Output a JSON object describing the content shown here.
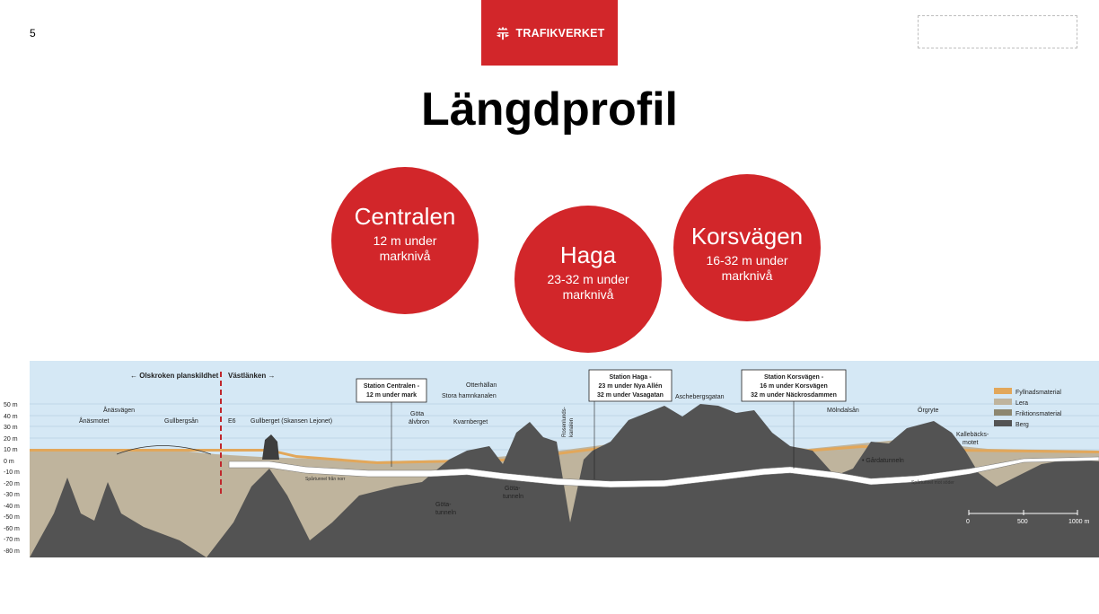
{
  "slide_number": "5",
  "logo": {
    "text": "TRAFIKVERKET",
    "icon": "crown-arrows-icon"
  },
  "title": "Längdprofil",
  "stations": [
    {
      "name": "Centralen",
      "depth": "12 m under marknivå"
    },
    {
      "name": "Haga",
      "depth": "23-32 m under marknivå"
    },
    {
      "name": "Korsvägen",
      "depth": "16-32 m under marknivå"
    }
  ],
  "profile": {
    "header_left": "← Olskroken planskildhet",
    "header_right": "Västlänken →",
    "depth_axis": [
      "50 m",
      "40 m",
      "30 m",
      "20 m",
      "10 m",
      "0 m",
      "-10 m",
      "-20 m",
      "-30 m",
      "-40 m",
      "-50 m",
      "-60 m",
      "-70 m",
      "-80 m"
    ],
    "callouts": {
      "centralen": [
        "Station Centralen -",
        "12 m under mark"
      ],
      "haga": [
        "Station Haga -",
        "23 m under Nya Allén",
        "32 m under Vasagatan"
      ],
      "korsvagen": [
        "Station Korsvägen -",
        "16 m under Korsvägen",
        "32 m under Näckrosdammen"
      ]
    },
    "places": {
      "anasvagen": "Ånäsvägen",
      "anasmotet": "Ånäsmotet",
      "gullbergsan": "Gullbergsån",
      "e6": "E6",
      "gullberget": "Gullberget (Skansen Lejonet)",
      "gota_alvbron_1": "Göta",
      "gota_alvbron_2": "älvbron",
      "stora_hamnkanalen": "Stora hamnkanalen",
      "otterhallan": "Otterhällan",
      "kvarnberget": "Kvarnberget",
      "rosenlunds_1": "Rosenlunds-",
      "rosenlunds_2": "kanalen",
      "aschebergsgatan": "Aschebergsgatan",
      "molndalsan": "Mölndalsån",
      "orgryte": "Örgryte",
      "kallebacks_1": "Kallebäcks-",
      "kallebacks_2": "motet",
      "gardatunneln": "• Gårdatunneln",
      "gotatunneln_1_a": "Göta-",
      "gotatunneln_1_b": "tunneln",
      "gotatunneln_2_a": "Göta-",
      "gotatunneln_2_b": "tunneln",
      "spartunnel_norr": "Spårtunnel från norr",
      "spartunnel_soder": "Spårtunnel mot söder"
    },
    "legend": [
      {
        "label": "Fyllnadsmaterial",
        "color": "#e2a75a"
      },
      {
        "label": "Lera",
        "color": "#bfb49d"
      },
      {
        "label": "Friktionsmaterial",
        "color": "#8d8770"
      },
      {
        "label": "Berg",
        "color": "#535353"
      }
    ],
    "scale": [
      "0",
      "500",
      "1000 m"
    ],
    "colors": {
      "sky": "#d5e8f5",
      "clay": "#bfb49d",
      "rock": "#535353",
      "fill": "#e2a75a",
      "tunnel": "#ffffff",
      "boundary": "#c0272d"
    }
  }
}
